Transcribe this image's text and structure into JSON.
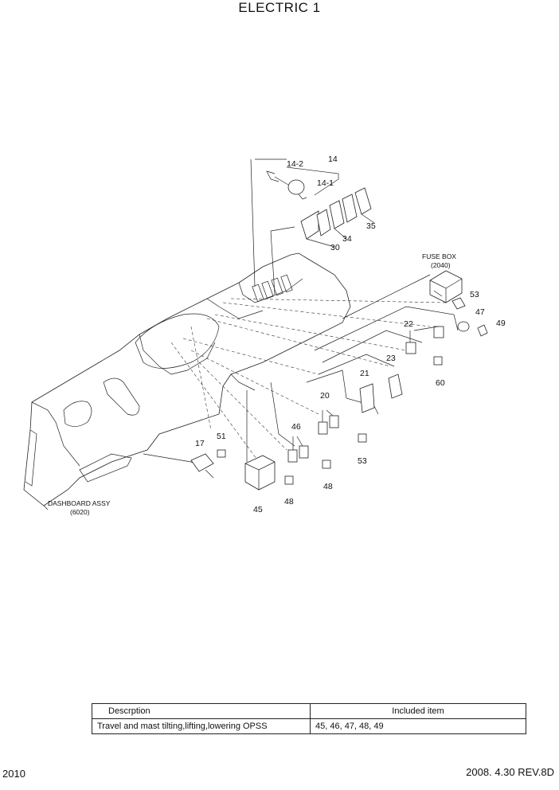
{
  "title": "ELECTRIC 1",
  "labels": {
    "p14": "14",
    "p14_2": "14-2",
    "p14_1": "14-1",
    "p35": "35",
    "p34": "34",
    "p30": "30",
    "fuse_box": "FUSE BOX",
    "fuse_box_ref": "(2040)",
    "p53a": "53",
    "p47": "47",
    "p49": "49",
    "p22": "22",
    "p23": "23",
    "p60": "60",
    "p21": "21",
    "p20": "20",
    "p53b": "53",
    "p46": "46",
    "p48a": "48",
    "p48b": "48",
    "p45": "45",
    "p17": "17",
    "p51": "51",
    "dashboard": "DASHBOARD ASSY",
    "dashboard_ref": "(6020)"
  },
  "table": {
    "header": [
      "Descrption",
      "Included item"
    ],
    "rows": [
      [
        "Travel and mast tilting,lifting,lowering OPSS",
        "45, 46, 47, 48, 49"
      ]
    ]
  },
  "footer": {
    "page_number": "2010",
    "revision": "2008. 4.30  REV.8D"
  }
}
